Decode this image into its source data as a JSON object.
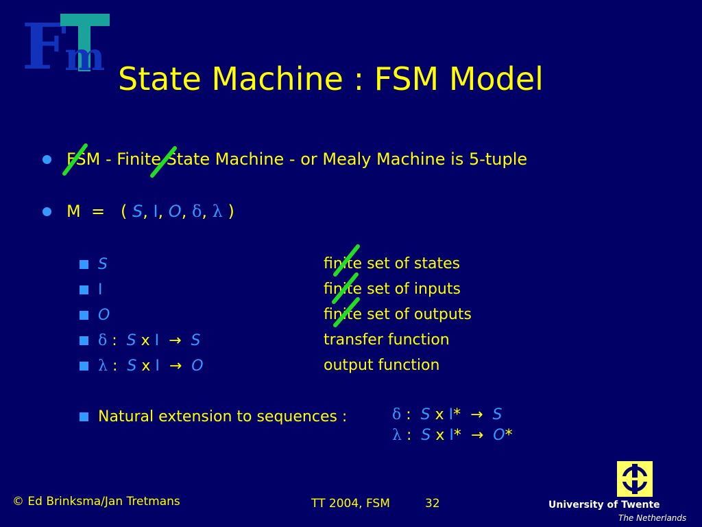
{
  "title": "State Machine :  FSM Model",
  "bullets": {
    "b1": "FSM  - Finite State Machine -  or  Mealy Machine  is  5-tuple",
    "b2": {
      "prefix": "M  =   ( ",
      "s": "S",
      "comma": ", ",
      "i": "I",
      "o": "O",
      "delta": "δ",
      "lambda": "λ",
      "suffix": " )"
    }
  },
  "definitions": [
    {
      "symbol": "S",
      "description": "finite set of states"
    },
    {
      "symbol": "I",
      "description": "finite set of inputs"
    },
    {
      "symbol": "O",
      "description": "finite set of outputs"
    },
    {
      "symbol_parts": {
        "fn": "δ",
        "colon": " :  ",
        "s": "S",
        "x": " x ",
        "i": "I",
        "arrow": "  →  ",
        "to": "S"
      },
      "description": "transfer function"
    },
    {
      "symbol_parts": {
        "fn": "λ",
        "colon": " :  ",
        "s": "S",
        "x": " x ",
        "i": "I",
        "arrow": "  →  ",
        "to": "O"
      },
      "description": "output function"
    }
  ],
  "extension": {
    "label": "Natural extension to sequences :",
    "line1": {
      "fn": "δ",
      "colon": " :  ",
      "s": "S",
      "x": " x ",
      "i": "I",
      "star": "*",
      "arrow": "  →  ",
      "to": "S",
      "to_star": ""
    },
    "line2": {
      "fn": "λ",
      "colon": " :  ",
      "s": "S",
      "x": " x ",
      "i": "I",
      "star": "*",
      "arrow": "  →  ",
      "to": "O",
      "to_star": "*"
    }
  },
  "footer": {
    "left": "© Ed Brinksma/Jan Tretmans",
    "center": "TT 2004, FSM",
    "page": "32"
  },
  "logo": {
    "fm_letter1": "F",
    "fm_letter2": "m",
    "university": "University of Twente",
    "country": "The Netherlands"
  },
  "colors": {
    "background": "#000066",
    "text": "#FFFF00",
    "symbol": "#3399FF",
    "strike": "#22DD22"
  }
}
